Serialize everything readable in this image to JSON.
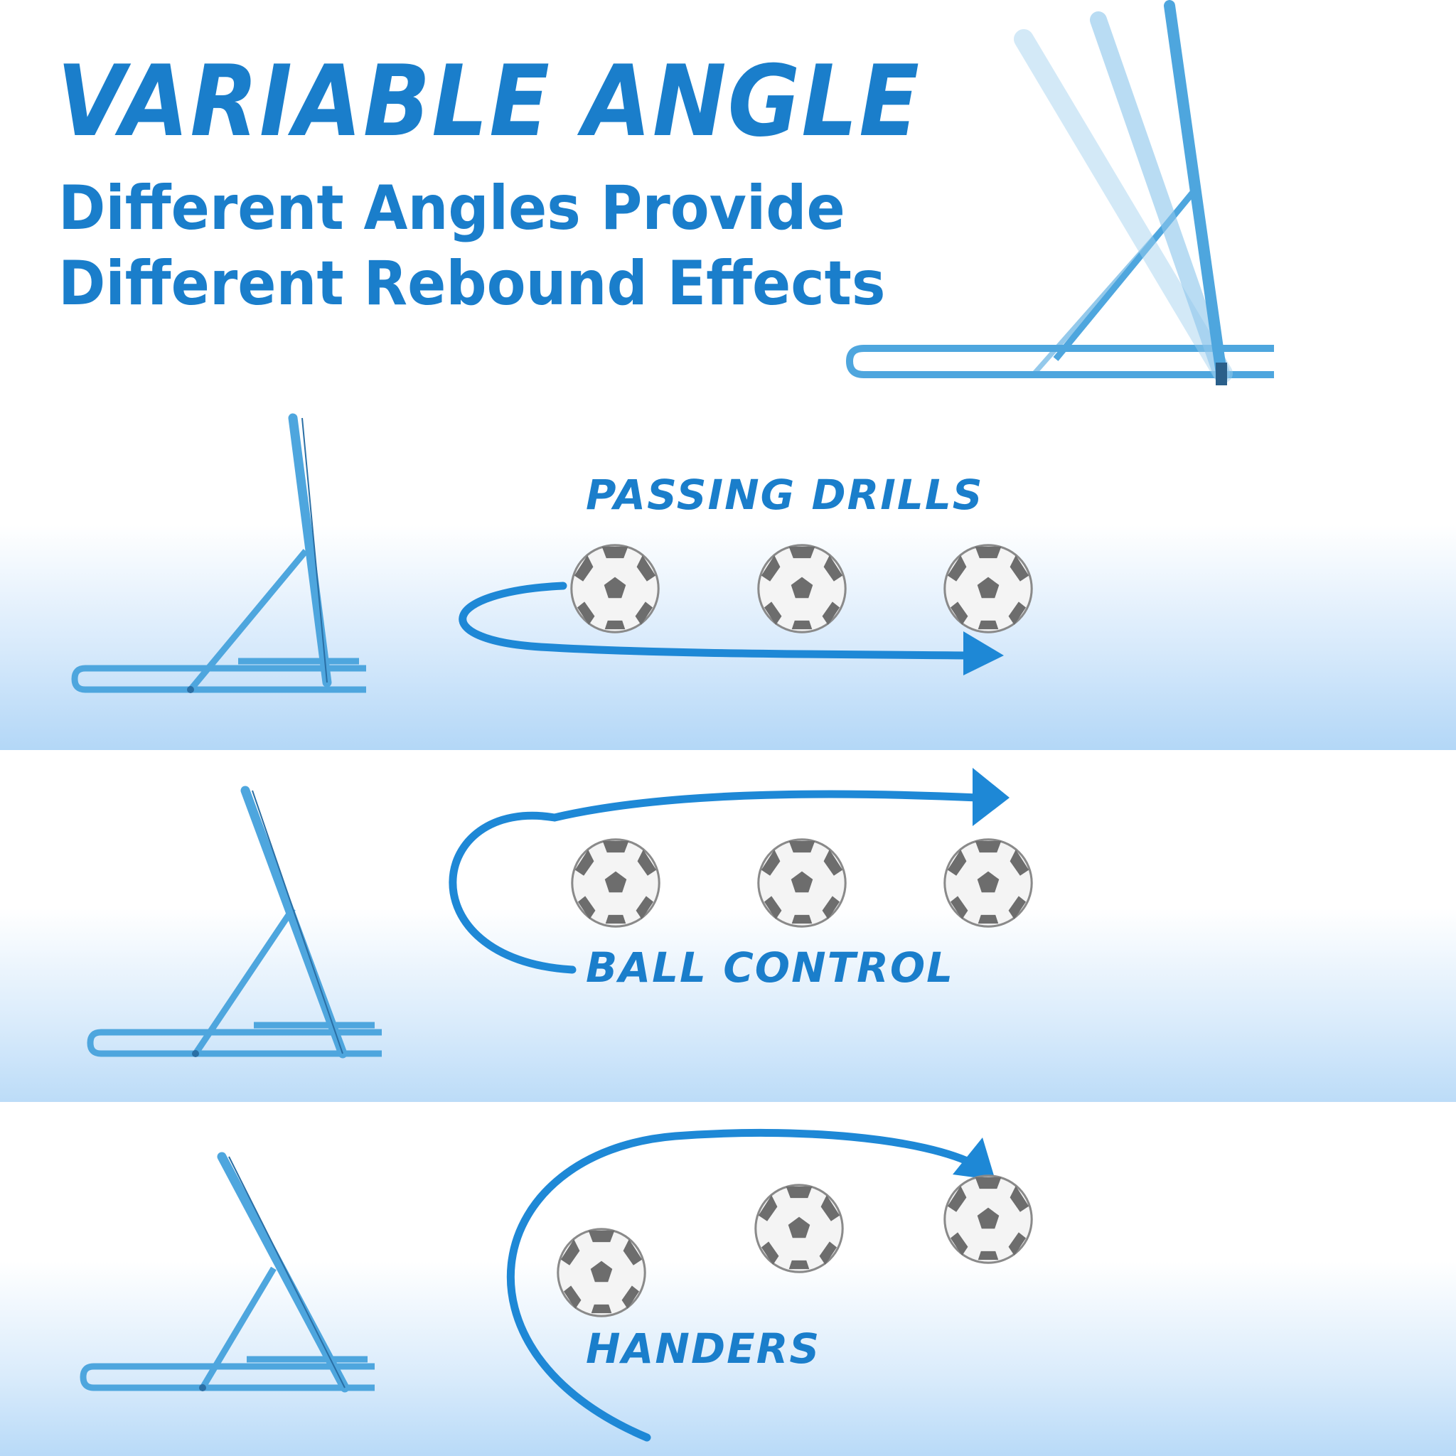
{
  "header": {
    "title": "VARIABLE ANGLE",
    "subtitle_line1": "Different Angles Provide",
    "subtitle_line2": "Different Rebound Effects"
  },
  "drills": [
    {
      "label": "PASSING DRILLS"
    },
    {
      "label": "BALL CONTROL"
    },
    {
      "label": "HANDERS"
    }
  ],
  "colors": {
    "brand_blue": "#1a7ecb",
    "frame_blue": "#4ea6de",
    "arrow_blue": "#1e88d6"
  }
}
